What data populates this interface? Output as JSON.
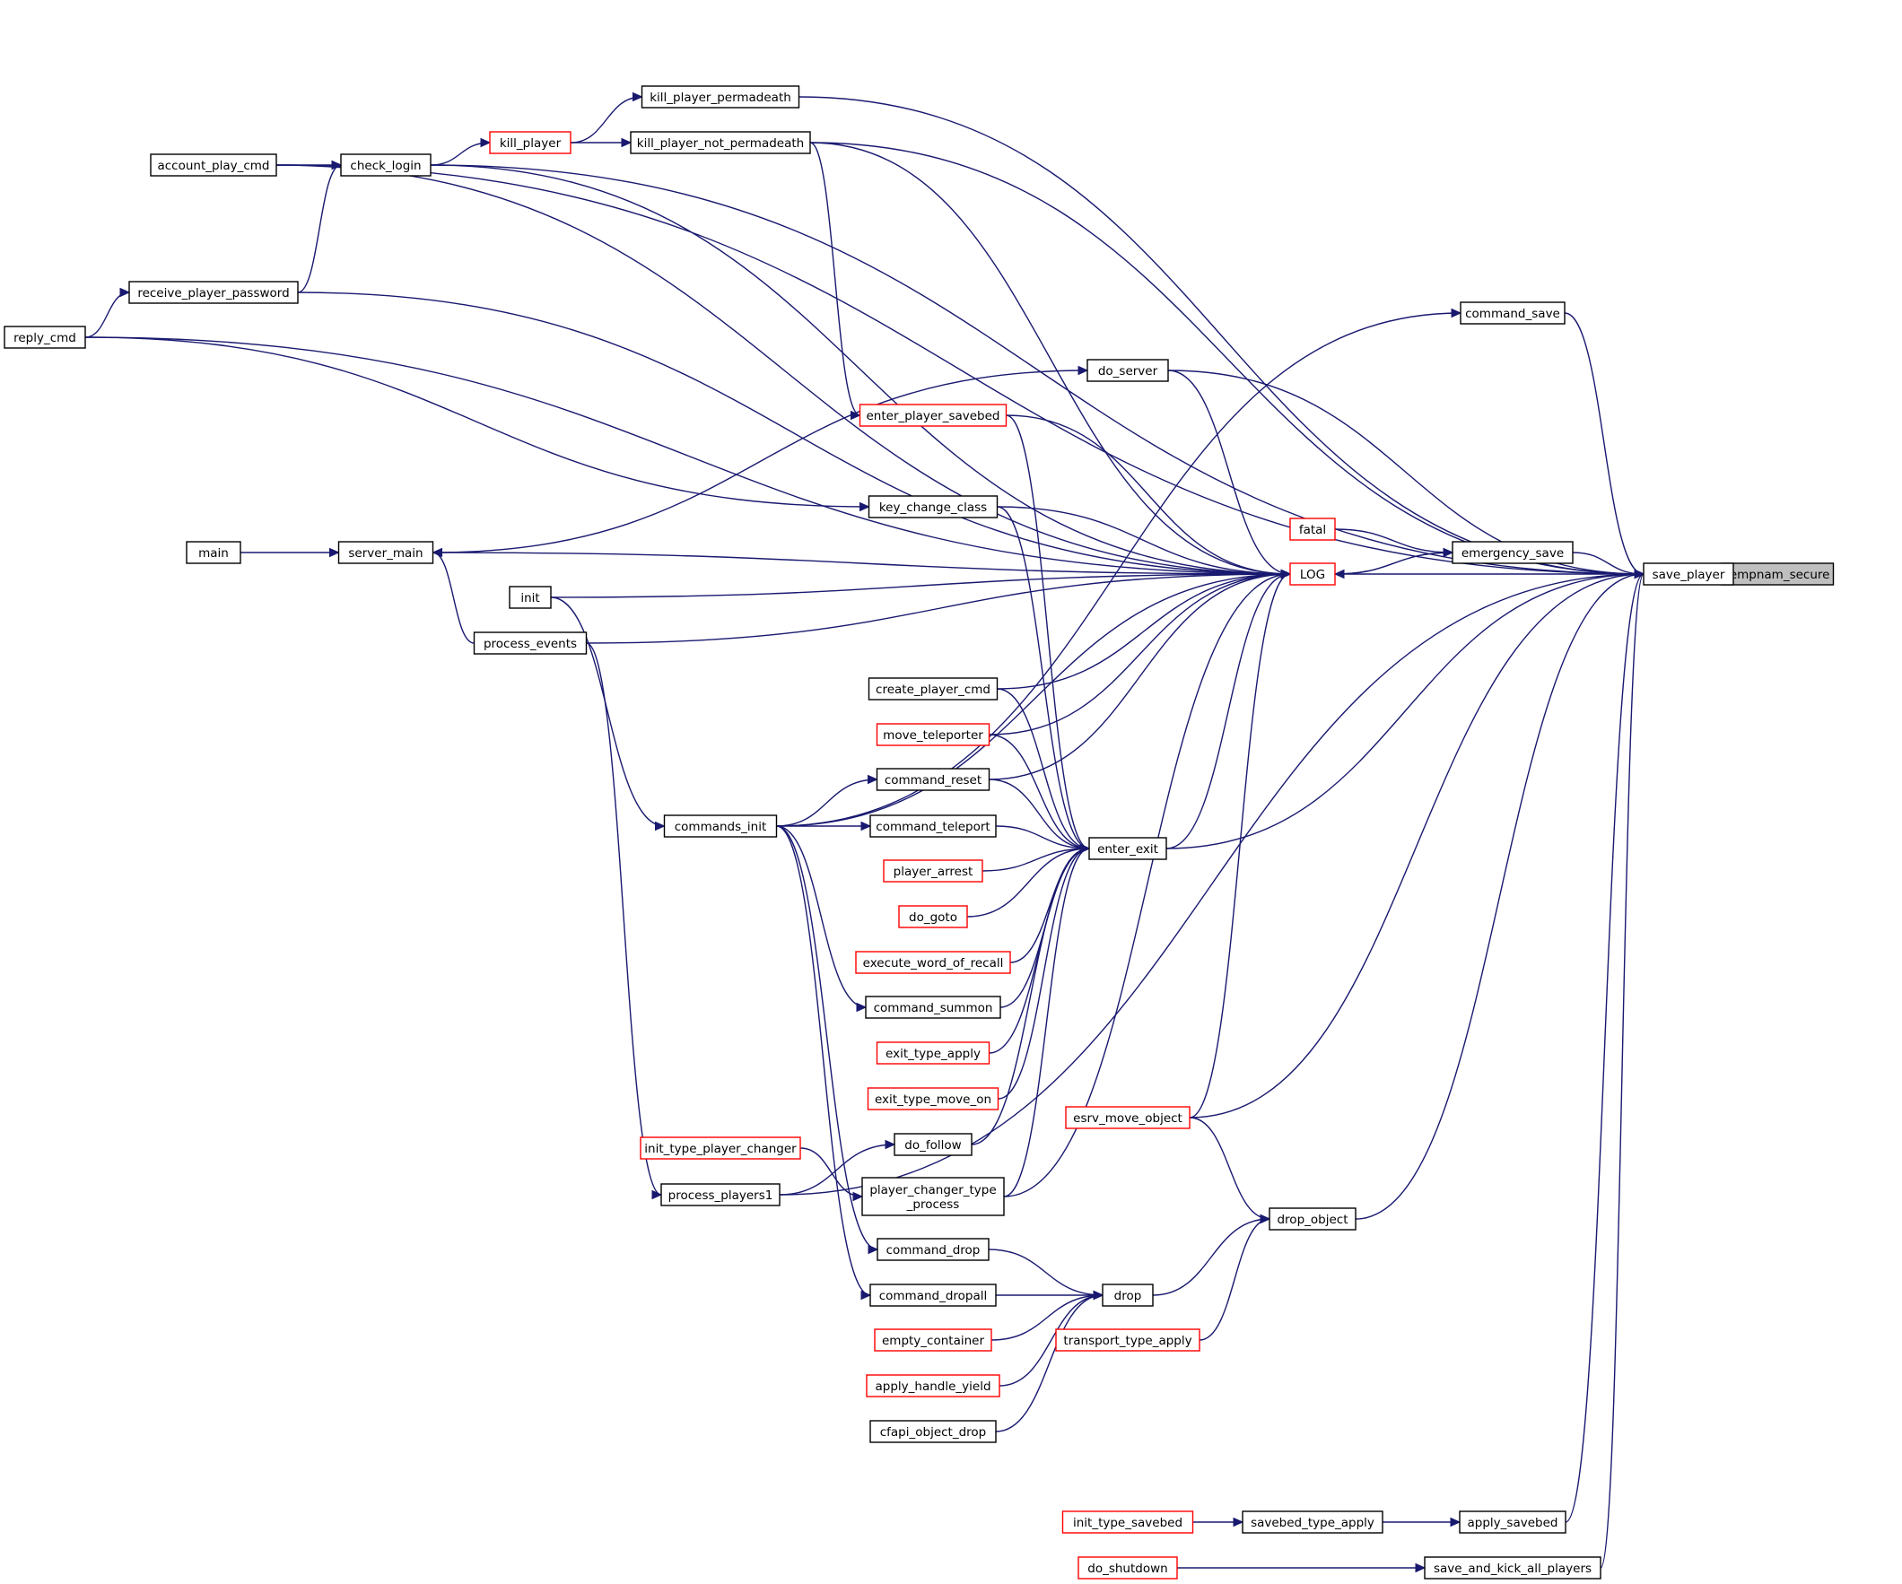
{
  "colors": {
    "edge": "#191970",
    "node_border": "#000000",
    "incomplete_node_border": "#ff0000",
    "focus_fill": "#bfbfbf",
    "background": "#ffffff"
  },
  "graph": {
    "type": "caller-graph",
    "focus": "tempnam_secure",
    "nodes": [
      {
        "id": "tempnam_secure",
        "label": [
          "tempnam_secure"
        ],
        "style": "focus"
      },
      {
        "id": "save_player",
        "label": [
          "save_player"
        ],
        "style": "normal"
      },
      {
        "id": "LOG",
        "label": [
          "LOG"
        ],
        "style": "red"
      },
      {
        "id": "emergency_save",
        "label": [
          "emergency_save"
        ],
        "style": "normal"
      },
      {
        "id": "fatal",
        "label": [
          "fatal"
        ],
        "style": "red"
      },
      {
        "id": "command_save",
        "label": [
          "command_save"
        ],
        "style": "normal"
      },
      {
        "id": "do_server",
        "label": [
          "do_server"
        ],
        "style": "normal"
      },
      {
        "id": "enter_player_savebed",
        "label": [
          "enter_player_savebed"
        ],
        "style": "red"
      },
      {
        "id": "key_change_class",
        "label": [
          "key_change_class"
        ],
        "style": "normal"
      },
      {
        "id": "kill_player_permadeath",
        "label": [
          "kill_player_permadeath"
        ],
        "style": "normal"
      },
      {
        "id": "kill_player_not_permadeath",
        "label": [
          "kill_player_not_permadeath"
        ],
        "style": "normal"
      },
      {
        "id": "kill_player",
        "label": [
          "kill_player"
        ],
        "style": "red"
      },
      {
        "id": "check_login",
        "label": [
          "check_login"
        ],
        "style": "normal"
      },
      {
        "id": "account_play_cmd",
        "label": [
          "account_play_cmd"
        ],
        "style": "normal"
      },
      {
        "id": "receive_player_password",
        "label": [
          "receive_player_password"
        ],
        "style": "normal"
      },
      {
        "id": "reply_cmd",
        "label": [
          "reply_cmd"
        ],
        "style": "normal"
      },
      {
        "id": "main",
        "label": [
          "main"
        ],
        "style": "normal"
      },
      {
        "id": "server_main",
        "label": [
          "server_main"
        ],
        "style": "normal"
      },
      {
        "id": "init",
        "label": [
          "init"
        ],
        "style": "normal"
      },
      {
        "id": "process_events",
        "label": [
          "process_events"
        ],
        "style": "normal"
      },
      {
        "id": "commands_init",
        "label": [
          "commands_init"
        ],
        "style": "normal"
      },
      {
        "id": "create_player_cmd",
        "label": [
          "create_player_cmd"
        ],
        "style": "normal"
      },
      {
        "id": "move_teleporter",
        "label": [
          "move_teleporter"
        ],
        "style": "red"
      },
      {
        "id": "command_reset",
        "label": [
          "command_reset"
        ],
        "style": "normal"
      },
      {
        "id": "command_teleport",
        "label": [
          "command_teleport"
        ],
        "style": "normal"
      },
      {
        "id": "player_arrest",
        "label": [
          "player_arrest"
        ],
        "style": "red"
      },
      {
        "id": "do_goto",
        "label": [
          "do_goto"
        ],
        "style": "red"
      },
      {
        "id": "execute_word_of_recall",
        "label": [
          "execute_word_of_recall"
        ],
        "style": "red"
      },
      {
        "id": "command_summon",
        "label": [
          "command_summon"
        ],
        "style": "normal"
      },
      {
        "id": "exit_type_apply",
        "label": [
          "exit_type_apply"
        ],
        "style": "red"
      },
      {
        "id": "exit_type_move_on",
        "label": [
          "exit_type_move_on"
        ],
        "style": "red"
      },
      {
        "id": "do_follow",
        "label": [
          "do_follow"
        ],
        "style": "normal"
      },
      {
        "id": "init_type_player_changer",
        "label": [
          "init_type_player_changer"
        ],
        "style": "red"
      },
      {
        "id": "player_changer_type_process",
        "label": [
          "player_changer_type",
          "_process"
        ],
        "style": "normal"
      },
      {
        "id": "process_players1",
        "label": [
          "process_players1"
        ],
        "style": "normal"
      },
      {
        "id": "enter_exit",
        "label": [
          "enter_exit"
        ],
        "style": "normal"
      },
      {
        "id": "esrv_move_object",
        "label": [
          "esrv_move_object"
        ],
        "style": "red"
      },
      {
        "id": "drop_object",
        "label": [
          "drop_object"
        ],
        "style": "normal"
      },
      {
        "id": "command_drop",
        "label": [
          "command_drop"
        ],
        "style": "normal"
      },
      {
        "id": "command_dropall",
        "label": [
          "command_dropall"
        ],
        "style": "normal"
      },
      {
        "id": "drop",
        "label": [
          "drop"
        ],
        "style": "normal"
      },
      {
        "id": "empty_container",
        "label": [
          "empty_container"
        ],
        "style": "red"
      },
      {
        "id": "transport_type_apply",
        "label": [
          "transport_type_apply"
        ],
        "style": "red"
      },
      {
        "id": "apply_handle_yield",
        "label": [
          "apply_handle_yield"
        ],
        "style": "red"
      },
      {
        "id": "cfapi_object_drop",
        "label": [
          "cfapi_object_drop"
        ],
        "style": "normal"
      },
      {
        "id": "init_type_savebed",
        "label": [
          "init_type_savebed"
        ],
        "style": "red"
      },
      {
        "id": "savebed_type_apply",
        "label": [
          "savebed_type_apply"
        ],
        "style": "normal"
      },
      {
        "id": "apply_savebed",
        "label": [
          "apply_savebed"
        ],
        "style": "normal"
      },
      {
        "id": "do_shutdown",
        "label": [
          "do_shutdown"
        ],
        "style": "red"
      },
      {
        "id": "save_and_kick_all_players",
        "label": [
          "save_and_kick_all_players"
        ],
        "style": "normal"
      }
    ],
    "edges": [
      [
        "save_player",
        "tempnam_secure"
      ],
      [
        "account_play_cmd",
        "save_player"
      ],
      [
        "check_login",
        "save_player"
      ],
      [
        "kill_player_permadeath",
        "save_player"
      ],
      [
        "kill_player_not_permadeath",
        "save_player"
      ],
      [
        "command_save",
        "save_player"
      ],
      [
        "do_server",
        "save_player"
      ],
      [
        "emergency_save",
        "save_player"
      ],
      [
        "LOG",
        "save_player"
      ],
      [
        "enter_exit",
        "save_player"
      ],
      [
        "esrv_move_object",
        "save_player"
      ],
      [
        "drop_object",
        "save_player"
      ],
      [
        "process_players1",
        "save_player"
      ],
      [
        "apply_savebed",
        "save_player"
      ],
      [
        "save_and_kick_all_players",
        "save_player"
      ],
      [
        "emergency_save",
        "LOG"
      ],
      [
        "fatal",
        "emergency_save"
      ],
      [
        "LOG",
        "emergency_save"
      ],
      [
        "check_login",
        "LOG"
      ],
      [
        "account_play_cmd",
        "LOG"
      ],
      [
        "kill_player_not_permadeath",
        "LOG"
      ],
      [
        "reply_cmd",
        "LOG"
      ],
      [
        "receive_player_password",
        "LOG"
      ],
      [
        "commands_init",
        "LOG"
      ],
      [
        "do_server",
        "LOG"
      ],
      [
        "enter_player_savebed",
        "LOG"
      ],
      [
        "key_change_class",
        "LOG"
      ],
      [
        "server_main",
        "LOG"
      ],
      [
        "init",
        "LOG"
      ],
      [
        "process_events",
        "LOG"
      ],
      [
        "create_player_cmd",
        "LOG"
      ],
      [
        "move_teleporter",
        "LOG"
      ],
      [
        "command_reset",
        "LOG"
      ],
      [
        "enter_exit",
        "LOG"
      ],
      [
        "esrv_move_object",
        "LOG"
      ],
      [
        "player_changer_type_process",
        "LOG"
      ],
      [
        "commands_init",
        "command_save"
      ],
      [
        "kill_player",
        "kill_player_permadeath"
      ],
      [
        "kill_player",
        "kill_player_not_permadeath"
      ],
      [
        "check_login",
        "kill_player"
      ],
      [
        "account_play_cmd",
        "check_login"
      ],
      [
        "receive_player_password",
        "check_login"
      ],
      [
        "reply_cmd",
        "receive_player_password"
      ],
      [
        "server_main",
        "do_server"
      ],
      [
        "reply_cmd",
        "key_change_class"
      ],
      [
        "main",
        "server_main"
      ],
      [
        "process_events",
        "server_main"
      ],
      [
        "kill_player_not_permadeath",
        "enter_player_savebed"
      ],
      [
        "enter_player_savebed",
        "enter_exit"
      ],
      [
        "key_change_class",
        "enter_exit"
      ],
      [
        "create_player_cmd",
        "enter_exit"
      ],
      [
        "move_teleporter",
        "enter_exit"
      ],
      [
        "command_reset",
        "enter_exit"
      ],
      [
        "command_teleport",
        "enter_exit"
      ],
      [
        "player_arrest",
        "enter_exit"
      ],
      [
        "do_goto",
        "enter_exit"
      ],
      [
        "execute_word_of_recall",
        "enter_exit"
      ],
      [
        "command_summon",
        "enter_exit"
      ],
      [
        "exit_type_apply",
        "enter_exit"
      ],
      [
        "exit_type_move_on",
        "enter_exit"
      ],
      [
        "do_follow",
        "enter_exit"
      ],
      [
        "player_changer_type_process",
        "enter_exit"
      ],
      [
        "commands_init",
        "command_reset"
      ],
      [
        "commands_init",
        "command_teleport"
      ],
      [
        "init",
        "commands_init"
      ],
      [
        "commands_init",
        "command_summon"
      ],
      [
        "commands_init",
        "command_drop"
      ],
      [
        "commands_init",
        "command_dropall"
      ],
      [
        "process_players1",
        "do_follow"
      ],
      [
        "process_events",
        "process_players1"
      ],
      [
        "init_type_player_changer",
        "player_changer_type_process"
      ],
      [
        "esrv_move_object",
        "drop_object"
      ],
      [
        "drop",
        "drop_object"
      ],
      [
        "transport_type_apply",
        "drop_object"
      ],
      [
        "command_drop",
        "drop"
      ],
      [
        "command_dropall",
        "drop"
      ],
      [
        "empty_container",
        "drop"
      ],
      [
        "apply_handle_yield",
        "drop"
      ],
      [
        "cfapi_object_drop",
        "drop"
      ],
      [
        "init_type_savebed",
        "savebed_type_apply"
      ],
      [
        "savebed_type_apply",
        "apply_savebed"
      ],
      [
        "do_shutdown",
        "save_and_kick_all_players"
      ]
    ]
  }
}
